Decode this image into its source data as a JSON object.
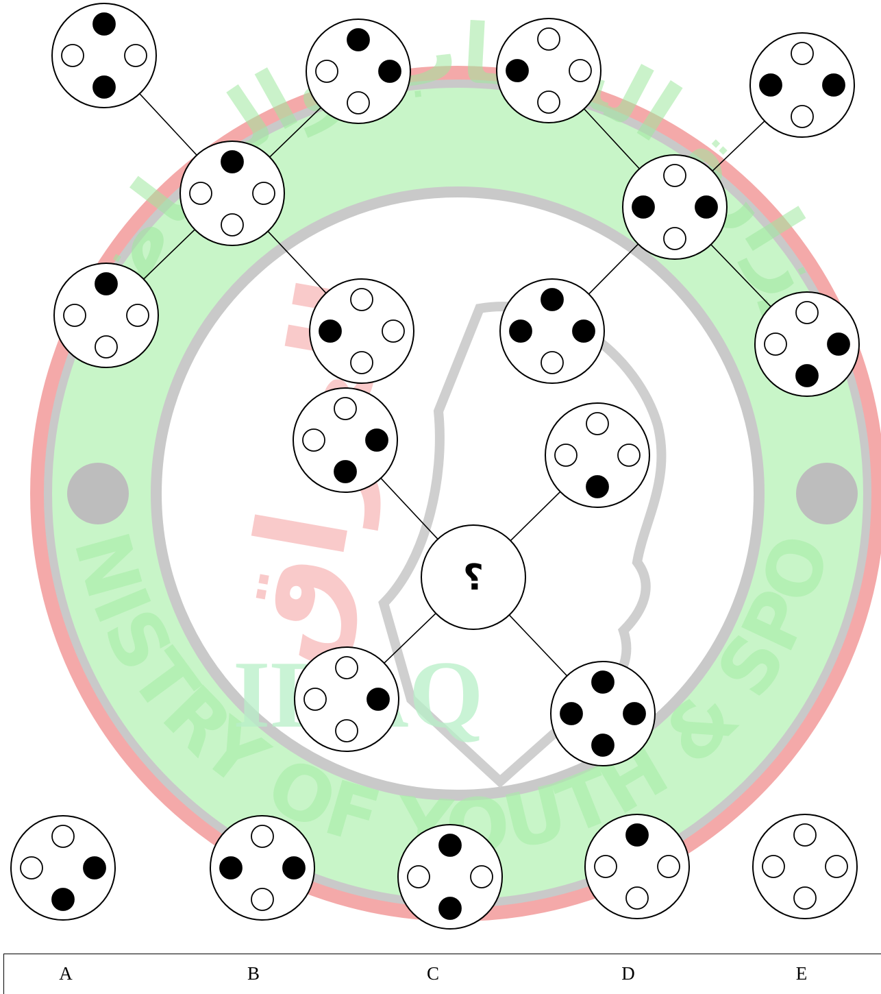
{
  "watermark": {
    "emblem": "ministry-of-youth-and-sport-iraq-seal",
    "text_ar_arc": "وزارة الشباب والرياضة",
    "text_ar_center": "العراق",
    "text_en_arc": "MINISTRY OF YOUTH & SPORT",
    "text_en_center": "IRAQ",
    "colors": {
      "red": "#f4a9a9",
      "green": "#c8f5c8",
      "gray": "#c9c9c9",
      "dot": "#bdbdbd"
    }
  },
  "puzzle": {
    "question_mark": "؟",
    "colors": {
      "filled": "#000000",
      "empty": "#ffffff",
      "stroke": "#000000"
    },
    "groups": [
      {
        "id": "top-left",
        "center": {
          "dots": [
            "filled",
            "empty",
            "empty",
            "empty"
          ]
        },
        "branches": [
          {
            "dots": [
              "filled",
              "empty",
              "filled",
              "empty"
            ]
          },
          {
            "dots": [
              "filled",
              "empty",
              "empty",
              "filled"
            ]
          },
          {
            "dots": [
              "filled",
              "empty",
              "empty",
              "empty"
            ]
          },
          {
            "dots": [
              "empty",
              "filled",
              "empty",
              "empty"
            ]
          }
        ]
      },
      {
        "id": "top-right",
        "center": {
          "dots": [
            "empty",
            "filled",
            "empty",
            "filled"
          ]
        },
        "branches": [
          {
            "dots": [
              "empty",
              "filled",
              "empty",
              "empty"
            ]
          },
          {
            "dots": [
              "empty",
              "filled",
              "empty",
              "filled"
            ]
          },
          {
            "dots": [
              "filled",
              "filled",
              "empty",
              "filled"
            ]
          },
          {
            "dots": [
              "empty",
              "empty",
              "filled",
              "filled"
            ]
          }
        ]
      },
      {
        "id": "bottom-center",
        "center": {
          "dots": null,
          "label": "؟"
        },
        "branches": [
          {
            "dots": [
              "empty",
              "empty",
              "filled",
              "filled"
            ]
          },
          {
            "dots": [
              "empty",
              "empty",
              "filled",
              "empty"
            ]
          },
          {
            "dots": [
              "empty",
              "empty",
              "empty",
              "filled"
            ]
          },
          {
            "dots": [
              "filled",
              "filled",
              "filled",
              "filled"
            ]
          }
        ]
      }
    ]
  },
  "options": [
    {
      "label": "A",
      "dots": [
        "empty",
        "empty",
        "filled",
        "filled"
      ]
    },
    {
      "label": "B",
      "dots": [
        "empty",
        "filled",
        "empty",
        "filled"
      ]
    },
    {
      "label": "C",
      "dots": [
        "filled",
        "empty",
        "filled",
        "empty"
      ]
    },
    {
      "label": "D",
      "dots": [
        "filled",
        "empty",
        "empty",
        "empty"
      ]
    },
    {
      "label": "E",
      "dots": [
        "empty",
        "empty",
        "empty",
        "empty"
      ]
    }
  ]
}
